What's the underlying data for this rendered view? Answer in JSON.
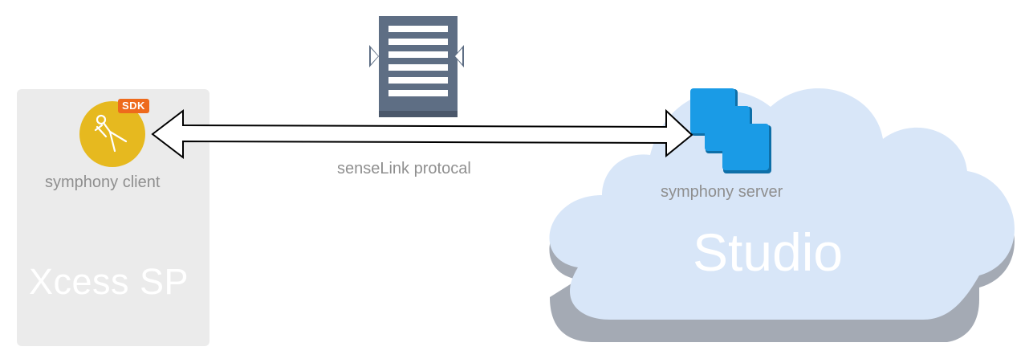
{
  "client": {
    "label": "symphony client",
    "badge": "SDK",
    "panel_title": "Xcess SP",
    "icon": "compass-icon"
  },
  "protocol": {
    "label": "senseLink protocal",
    "icon": "firewall-icon"
  },
  "server": {
    "label": "symphony server",
    "icon": "server-instances-icon"
  },
  "cloud": {
    "title": "Studio"
  },
  "colors": {
    "panel": "#ebebeb",
    "client_icon": "#e6b91f",
    "badge": "#ee6a1c",
    "firewall": "#5e6e84",
    "server": "#1a9be6",
    "cloud": "#d8e6f8",
    "cloud_shadow": "#a4aab4"
  }
}
